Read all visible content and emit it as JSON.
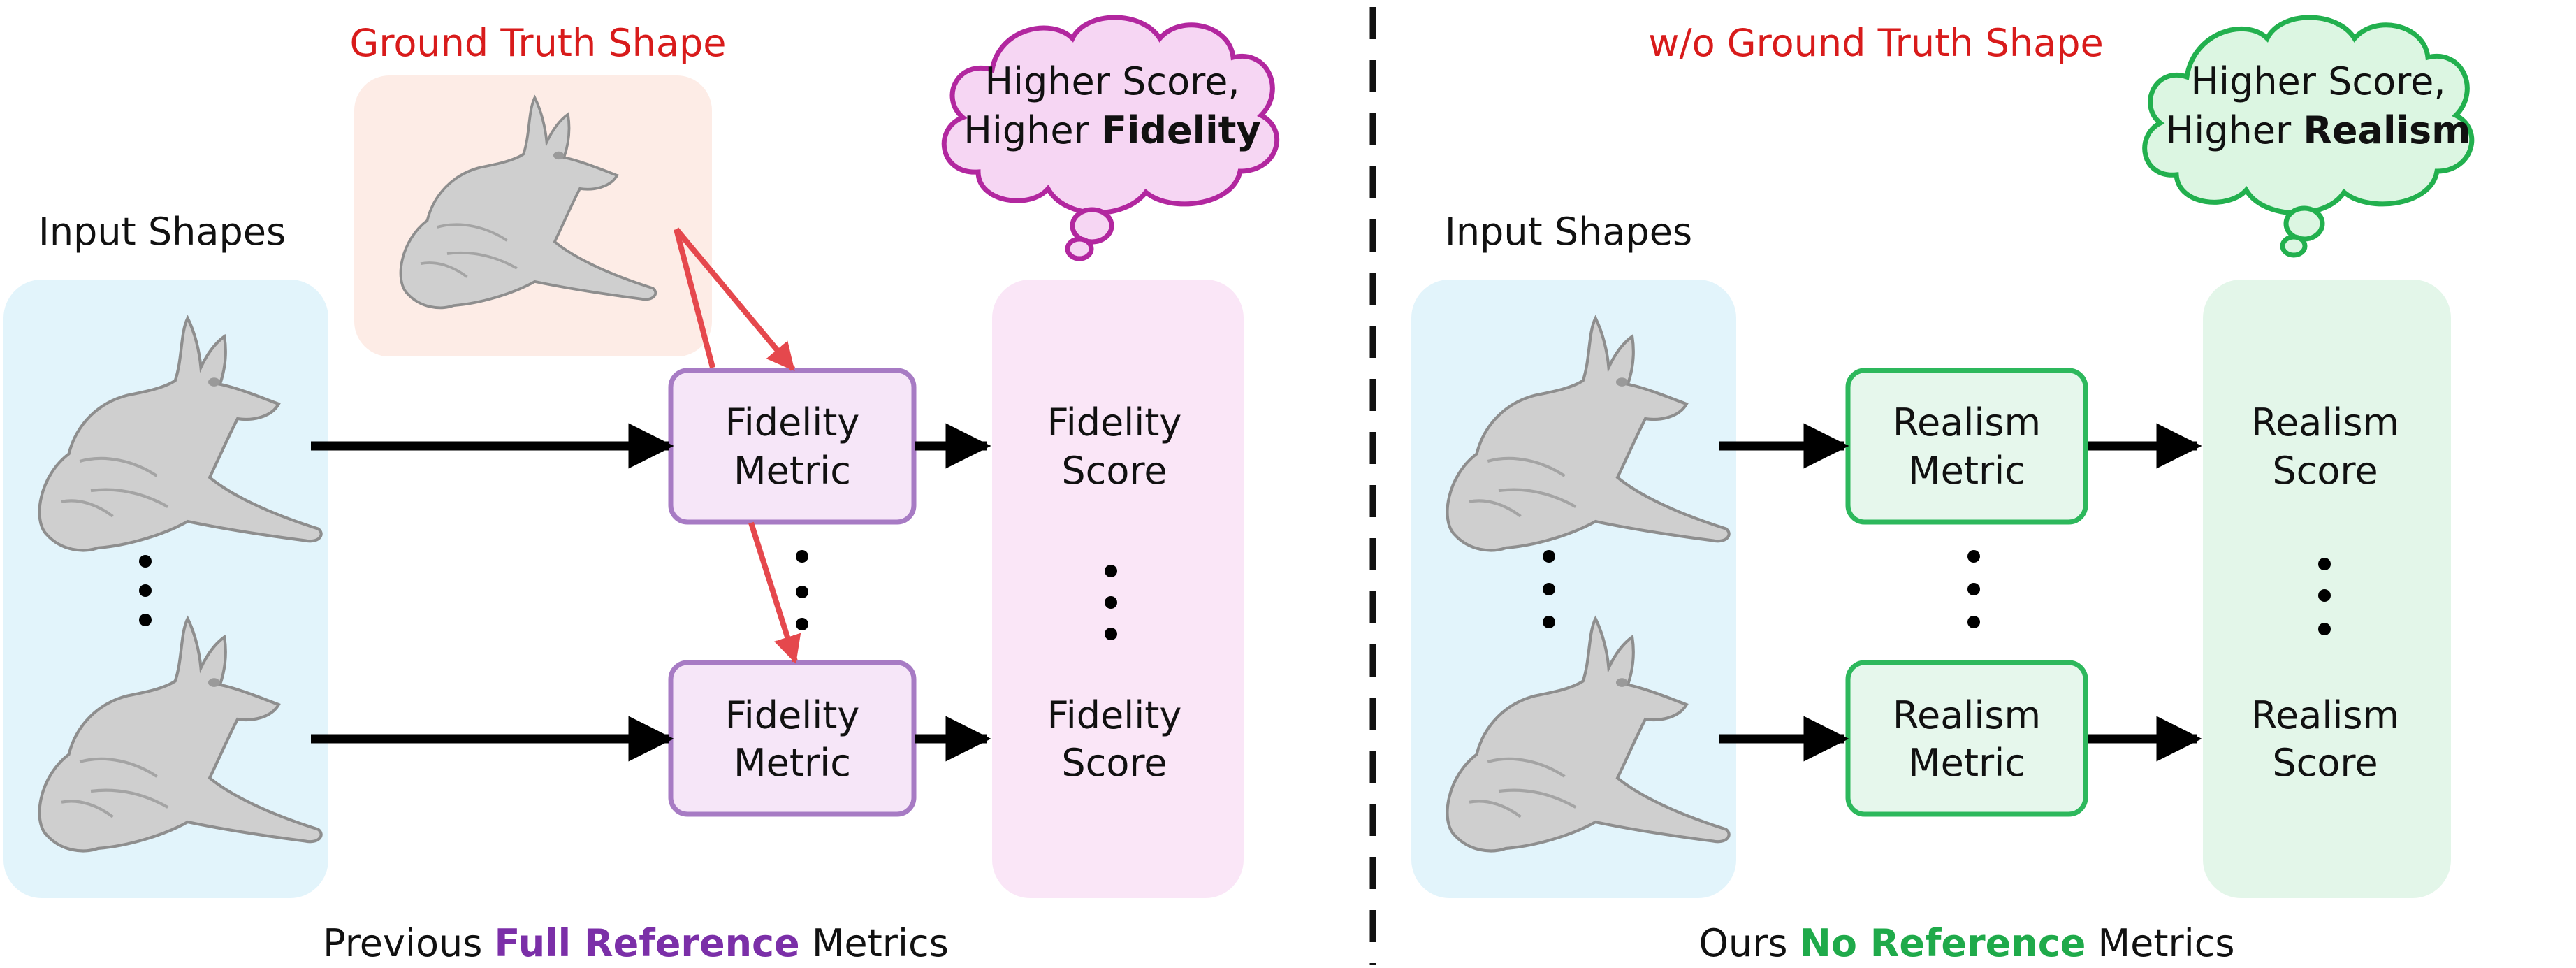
{
  "left": {
    "gt_title": "Ground Truth Shape",
    "input_title": "Input Shapes",
    "thought_line1": "Higher Score,",
    "thought_line2_prefix": "Higher ",
    "thought_line2_bold": "Fidelity",
    "metric_line1": "Fidelity",
    "metric_line2": "Metric",
    "score_line1": "Fidelity",
    "score_line2": "Score",
    "caption_prefix": "Previous ",
    "caption_highlight": "Full Reference",
    "caption_suffix": " Metrics"
  },
  "right": {
    "gt_title": "w/o Ground Truth Shape",
    "input_title": "Input Shapes",
    "thought_line1": "Higher Score,",
    "thought_line2_prefix": "Higher ",
    "thought_line2_bold": "Realism",
    "metric_line1": "Realism",
    "metric_line2": "Metric",
    "score_line1": "Realism",
    "score_line2": "Score",
    "caption_prefix": "Ours ",
    "caption_highlight": "No Reference",
    "caption_suffix": " Metrics"
  },
  "colors": {
    "input_panel": "#e2f4fb",
    "gt_panel": "#fdece6",
    "fidelity_box_fill": "#f6e6f8",
    "fidelity_box_stroke": "#a77bc4",
    "fidelity_score_panel": "#fae6f7",
    "fidelity_cloud_fill": "#f6d6f3",
    "fidelity_cloud_stroke": "#b2279f",
    "realism_box_fill": "#e6f7ec",
    "realism_box_stroke": "#2db85c",
    "realism_score_panel": "#e3f6e9",
    "realism_cloud_fill": "#dcf6e2",
    "realism_cloud_stroke": "#22b04e",
    "gt_arrow": "#e5484d",
    "title_red": "#d81b1b",
    "accent_purple": "#7b2fa8",
    "accent_green": "#1faa4a"
  }
}
